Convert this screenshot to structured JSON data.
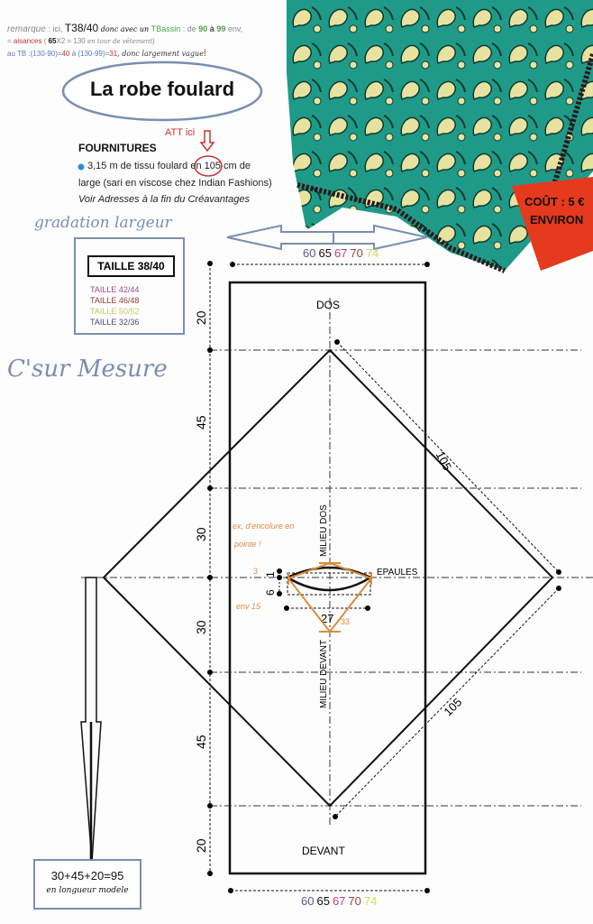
{
  "remark": {
    "line1": {
      "a": "remarque",
      "b": " : ici, ",
      "c": "T38/40",
      "d": " donc avec un ",
      "e": "TBassin",
      "f": " : de ",
      "g": "90",
      "h": " à ",
      "i": "99",
      "j": " env,"
    },
    "line2": {
      "a": "= ",
      "b": "aisances",
      "c": " ( ",
      "d": "65",
      "e": "X2 = 130 ",
      "f": "en tour de vêtement",
      "g": ")"
    },
    "line3": {
      "a": "au TB :(130-90)=",
      "b": "40",
      "c": " à (130-99)=",
      "d": "31",
      "e": ", donc largement vague",
      "f": "!"
    }
  },
  "title": "La robe foulard",
  "att_note": "ATT ici",
  "fournitures": {
    "heading": "FOURNITURES",
    "line1_pre": "3,15 m de tissu foulard en ",
    "width_value": "105",
    "line1_post": " cm de",
    "line2": "large (sari en viscose chez Indian Fashions)",
    "line3": "Voir Adresses à la fin du Créavantages"
  },
  "price_tag": {
    "line1": "COÛT : 5 €",
    "line2": "ENVIRON"
  },
  "gradation_label": "gradation largeur",
  "brand": "C'sur Mesure",
  "sizes": {
    "main": "TAILLE 38/40",
    "others": [
      {
        "label": "TAILLE 42/44",
        "color": "#9a4a8c"
      },
      {
        "label": "TAILLE 46/48",
        "color": "#8c3c3c"
      },
      {
        "label": "TAILLE 50/52",
        "color": "#c8c860"
      },
      {
        "label": "TAILLE 32/36",
        "color": "#4a4a7c"
      }
    ]
  },
  "width_values": [
    {
      "v": "60",
      "color": "#5a5a9a"
    },
    {
      "v": "65",
      "color": "#111111"
    },
    {
      "v": "67",
      "color": "#c03c8c"
    },
    {
      "v": "70",
      "color": "#a04040"
    },
    {
      "v": "74",
      "color": "#d8d860"
    }
  ],
  "pattern": {
    "top_label": "DOS",
    "bottom_label": "DEVANT",
    "center_back": "MILIEU DOS",
    "center_front": "MILIEU DEVANT",
    "shoulders": "EPAULES",
    "diagonal": "105",
    "vertical_dims": [
      "20",
      "45",
      "30",
      "30",
      "45",
      "20"
    ],
    "neck": {
      "width": "27",
      "depth_a": "6",
      "depth_b": "1"
    }
  },
  "neck_note": {
    "text1": "ex, d'encolure en",
    "text2": "pointe !",
    "n3": "3",
    "env": "env 15",
    "n33": "33"
  },
  "length_box": {
    "formula": "30+45+20=95",
    "caption": "en longueur modele"
  },
  "colors": {
    "accent_blue": "#7a8fb0",
    "orange": "#e08a3c",
    "red": "#cc3333",
    "fabric": "#1f9a88"
  }
}
